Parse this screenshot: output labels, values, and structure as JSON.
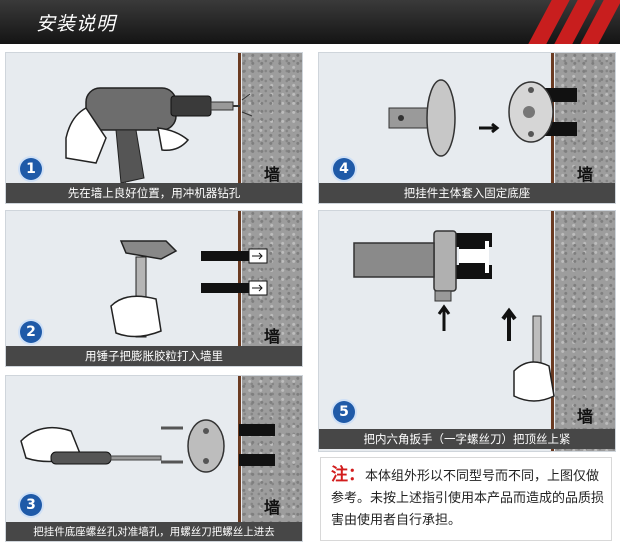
{
  "header": {
    "title": "安装说明"
  },
  "wall_label": "墙",
  "steps": [
    {
      "number": "1",
      "caption": "先在墙上良好位置，用冲机器钻孔"
    },
    {
      "number": "2",
      "caption": "用锤子把膨胀胶粒打入墙里"
    },
    {
      "number": "3",
      "caption": "把挂件底座螺丝孔对准墙孔，用螺丝刀把螺丝上进去"
    },
    {
      "number": "4",
      "caption": "把挂件主体套入固定底座"
    },
    {
      "number": "5",
      "caption": "把内六角扳手（一字螺丝刀）把顶丝上紧"
    }
  ],
  "note": {
    "label": "注：",
    "text": "本体组外形以不同型号而不同，上图仅做参考。未按上述指引使用本产品而造成的品质损害由使用者自行承担。"
  },
  "colors": {
    "header": "#1e1e1e",
    "caption_bar": "#474747",
    "badge": "#1f5aa8",
    "note_label": "#d21c1c",
    "panel": "#e7ebef"
  }
}
